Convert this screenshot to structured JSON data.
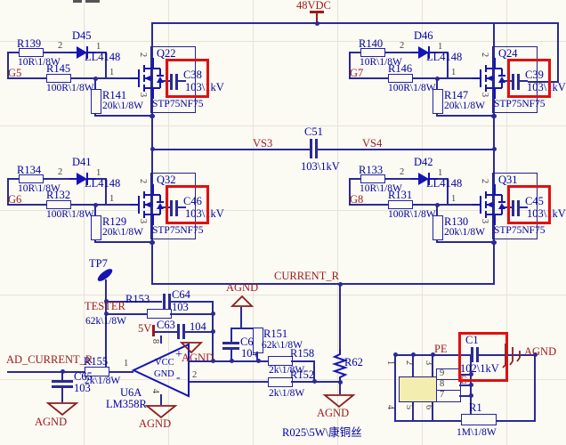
{
  "power": {
    "rail": "48VDC",
    "v5": "5V"
  },
  "nets": {
    "vs3": "VS3",
    "vs4": "VS4",
    "current_r": "CURRENT_R",
    "ad_current_r": "AD_CURRENT_R",
    "tester": "TESTER",
    "agnd": "AGND",
    "pe": "PE",
    "e": "E",
    "tp7": "TP7"
  },
  "modules": [
    {
      "ref_r_top": "R139",
      "val_r_top": "10R\\1/8W",
      "ref_diode": "D45",
      "val_diode": "LL4148",
      "pin_anode": "2",
      "pin_cathode": "1",
      "net_gate": "G5",
      "ref_r_mid": "R145",
      "val_r_mid": "100R\\1/8W",
      "pin_gate": "1",
      "ref_r_pull": "R141",
      "val_r_pull": "20k\\1/8W",
      "ref_q": "Q22",
      "part_q": "STP75NF75",
      "pin_d": "2",
      "pin_s": "3",
      "ref_cap": "C38",
      "val_cap": "103\\1kV"
    },
    {
      "ref_r_top": "R140",
      "val_r_top": "10R\\1/8W",
      "ref_diode": "D46",
      "val_diode": "LL4148",
      "pin_anode": "2",
      "pin_cathode": "1",
      "net_gate": "G7",
      "ref_r_mid": "R146",
      "val_r_mid": "100R\\1/8W",
      "pin_gate": "1",
      "ref_r_pull": "R147",
      "val_r_pull": "20k\\1/8W",
      "ref_q": "Q24",
      "part_q": "STP75NF75",
      "pin_d": "2",
      "pin_s": "3",
      "ref_cap": "C39",
      "val_cap": "103\\1kV"
    },
    {
      "ref_r_top": "R134",
      "val_r_top": "10R\\1/8W",
      "ref_diode": "D41",
      "val_diode": "LL4148",
      "pin_anode": "2",
      "pin_cathode": "1",
      "net_gate": "G6",
      "ref_r_mid": "R132",
      "val_r_mid": "100R\\1/8W",
      "pin_gate": "1",
      "ref_r_pull": "R129",
      "val_r_pull": "20k\\1/8W",
      "ref_q": "Q32",
      "part_q": "STP75NF75",
      "pin_d": "2",
      "pin_s": "3",
      "ref_cap": "C46",
      "val_cap": "103\\1kV"
    },
    {
      "ref_r_top": "R133",
      "val_r_top": "10R\\1/8W",
      "ref_diode": "D42",
      "val_diode": "LL4148",
      "pin_anode": "2",
      "pin_cathode": "1",
      "net_gate": "G8",
      "ref_r_mid": "R131",
      "val_r_mid": "100R\\1/8W",
      "pin_gate": "1",
      "ref_r_pull": "R130",
      "val_r_pull": "20k\\1/8W",
      "ref_q": "Q31",
      "part_q": "STP75NF75",
      "pin_d": "2",
      "pin_s": "3",
      "ref_cap": "C45",
      "val_cap": "103\\1kV"
    }
  ],
  "c51": {
    "ref": "C51",
    "val": "103\\1kV"
  },
  "analog": {
    "tp7": "TP7",
    "tester": "TESTER",
    "ref_r153": "R153",
    "val_r153": "62k\\1/8W",
    "ref_c64": "C64",
    "val_c64": "103",
    "v5": "5V",
    "ref_c63": "C63",
    "val_c63": "104",
    "opamp_ref": "U6A",
    "opamp_part": "LM358R",
    "vcc": "VCC",
    "gnd": "GND",
    "plus": "+",
    "minus": "-",
    "pin1": "1",
    "pin2": "2",
    "pin4": "4",
    "pin8": "8",
    "ad_net": "AD_CURRENT_R",
    "ref_r155": "R155",
    "val_r155": "2k\\1/8W",
    "ref_c65": "C65",
    "val_c65": "103",
    "ref_c68": "C68",
    "val_c68": "104",
    "ref_r151": "R151",
    "val_r151": "62k\\1/8W",
    "ref_r158": "R158",
    "val_r158": "2k\\1/8W",
    "ref_r152": "R152",
    "val_r152": "2k\\1/8W",
    "ref_r62": "R62",
    "agnd": "AGND",
    "shunt_note": "R025\\5W\\康铜丝"
  },
  "io": {
    "pe": "PE",
    "e": "E",
    "ref_c1": "C1",
    "val_c1": "102\\1kV",
    "agnd": "AGND",
    "ref_r1": "R1",
    "val_r1": "1M\\1/8W",
    "pins_right": [
      "9",
      "8",
      "7"
    ],
    "pins_top": [
      "1",
      "2",
      "3"
    ],
    "pins_bottom": [
      "4",
      "5",
      "6"
    ]
  }
}
